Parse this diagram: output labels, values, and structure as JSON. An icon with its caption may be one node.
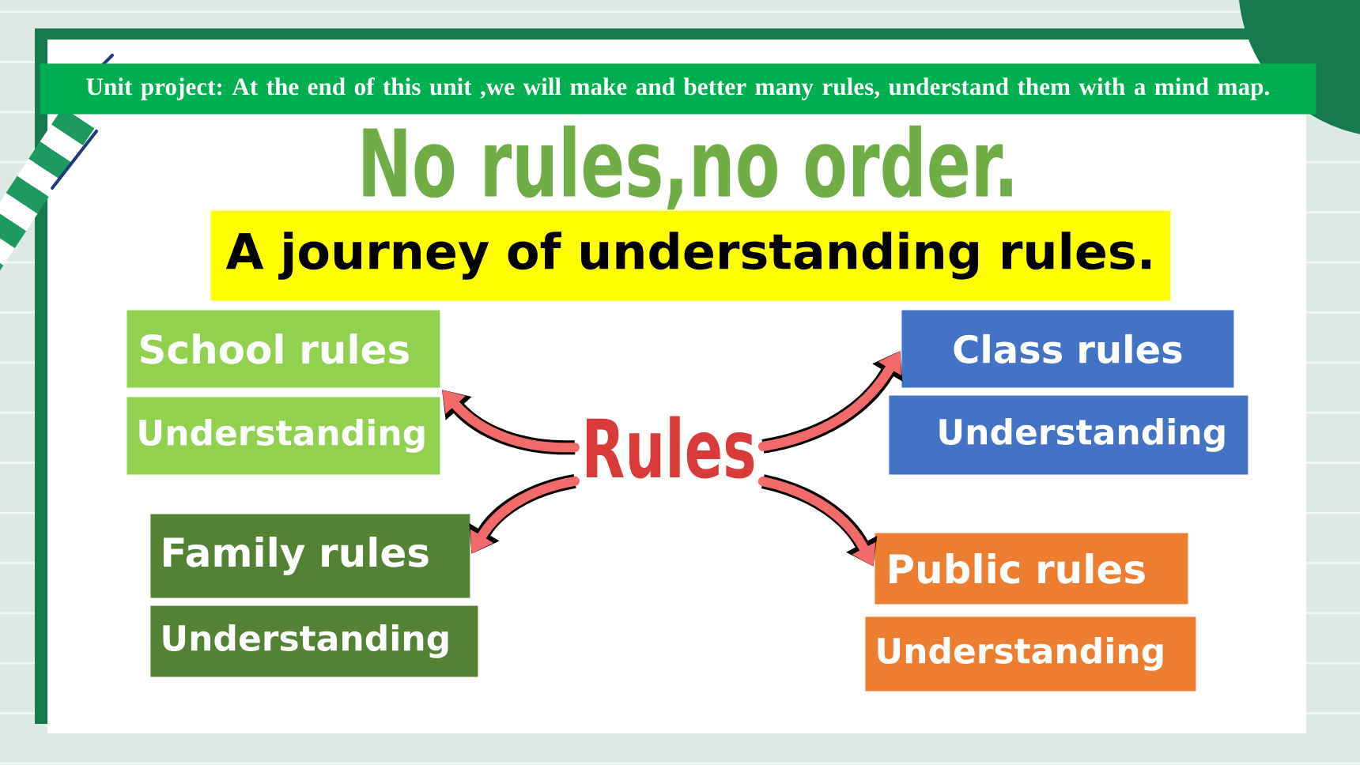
{
  "diagram": {
    "title": "No rules,no order.",
    "nodes": [
      {
        "text": [
          "Unit project: At the end of this unit ,we will make and better many rules, understand them with a mind map."
        ]
      },
      {
        "text": [
          "A journey of understanding rules."
        ]
      },
      {
        "text": [
          "School rules"
        ]
      },
      {
        "text": [
          "Understanding"
        ]
      },
      {
        "text": [
          "Class rules"
        ]
      },
      {
        "text": [
          "Understanding"
        ]
      },
      {
        "text": [
          "Rules"
        ]
      },
      {
        "text": [
          "Family rules"
        ]
      },
      {
        "text": [
          "Understanding"
        ]
      },
      {
        "text": [
          "Public rules"
        ]
      },
      {
        "text": [
          "Understanding"
        ]
      }
    ],
    "edges": [
      {
        "from": 6,
        "to": 2,
        "arrow": "to"
      },
      {
        "from": 6,
        "to": 4,
        "arrow": "to"
      },
      {
        "from": 6,
        "to": 7,
        "arrow": "to"
      },
      {
        "from": 6,
        "to": 9,
        "arrow": "to"
      }
    ]
  }
}
